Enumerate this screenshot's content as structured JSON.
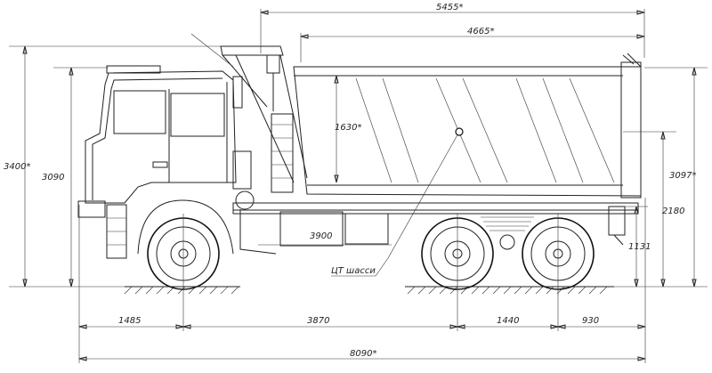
{
  "dimensions": {
    "overall_top": "5455*",
    "body_length": "4665*",
    "height_to_raised": "3400*",
    "cab_height": "3090",
    "body_side_height": "1630*",
    "body_height": "3097*",
    "rear_height": "2180",
    "frame_height": "1131",
    "tank_dim": "3900",
    "front_overhang": "1485",
    "wheelbase_front": "3870",
    "wheelbase_rear": "1440",
    "rear_overhang": "930",
    "overall_length": "8090*"
  },
  "annotations": {
    "center_of_gravity": "ЦТ шасси"
  }
}
